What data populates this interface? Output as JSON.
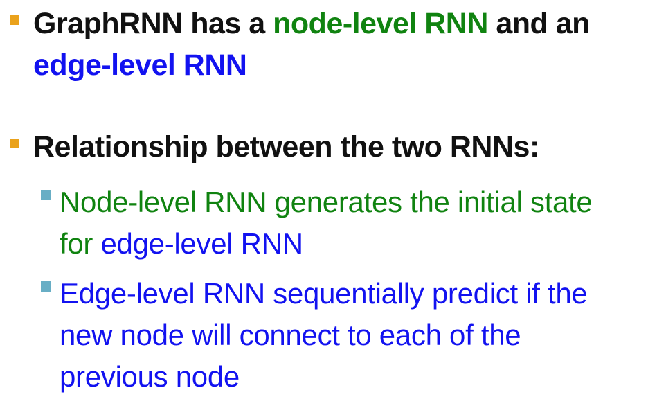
{
  "slide": {
    "background": "#FFFFFF",
    "colors": {
      "text_black": "#111111",
      "text_green": "#108310",
      "text_blue": "#1212F0",
      "bullet_level1_gold": "#EAA21C",
      "bullet_level2_teal": "#68AEC5"
    },
    "bullets": [
      {
        "level": 1,
        "marker": "gold-square",
        "lines": [
          {
            "segments": [
              {
                "text": "GraphRNN has a ",
                "color": "black"
              },
              {
                "text": "node-level RNN",
                "color": "green"
              },
              {
                "text": " and an",
                "color": "black"
              }
            ]
          },
          {
            "segments": [
              {
                "text": "edge-level RNN",
                "color": "blue"
              }
            ]
          }
        ]
      },
      {
        "level": 1,
        "marker": "gold-square",
        "lines": [
          {
            "segments": [
              {
                "text": "Relationship between the two RNNs:",
                "color": "black"
              }
            ]
          }
        ]
      },
      {
        "level": 2,
        "marker": "teal-square",
        "lines": [
          {
            "segments": [
              {
                "text": "Node-level RNN generates the initial state",
                "color": "green"
              }
            ]
          },
          {
            "segments": [
              {
                "text": "for ",
                "color": "green"
              },
              {
                "text": "edge-level RNN",
                "color": "blue"
              }
            ]
          }
        ]
      },
      {
        "level": 2,
        "marker": "teal-square",
        "lines": [
          {
            "segments": [
              {
                "text": "Edge-level RNN sequentially predict if the",
                "color": "blue"
              }
            ]
          },
          {
            "segments": [
              {
                "text": "new node will connect to each of the",
                "color": "blue"
              }
            ]
          },
          {
            "segments": [
              {
                "text": "previous node",
                "color": "blue"
              }
            ]
          }
        ]
      }
    ]
  }
}
